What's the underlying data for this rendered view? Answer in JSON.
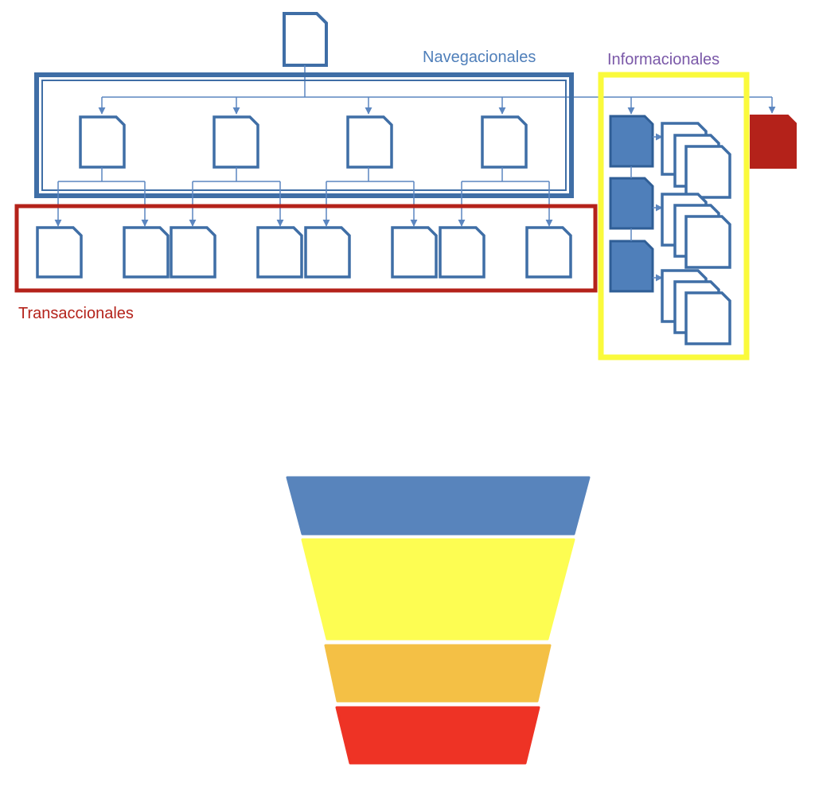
{
  "labels": {
    "navegacionales": "Navegacionales",
    "informacionales": "Informacionales",
    "transaccionales": "Transaccionales"
  },
  "colors": {
    "blue": "#3f6ea6",
    "blue_fill": "#4f7fba",
    "red": "#b4221a",
    "yellow": "#fafa3c",
    "purple": "#7a58a8",
    "funnel": [
      "#5884bc",
      "#fdfd52",
      "#f4c045",
      "#ee3325"
    ]
  },
  "icons": {
    "document": "page-with-folded-corner-icon",
    "document_stack": "stacked-pages-icon"
  },
  "funnel": {
    "layers": 4
  }
}
